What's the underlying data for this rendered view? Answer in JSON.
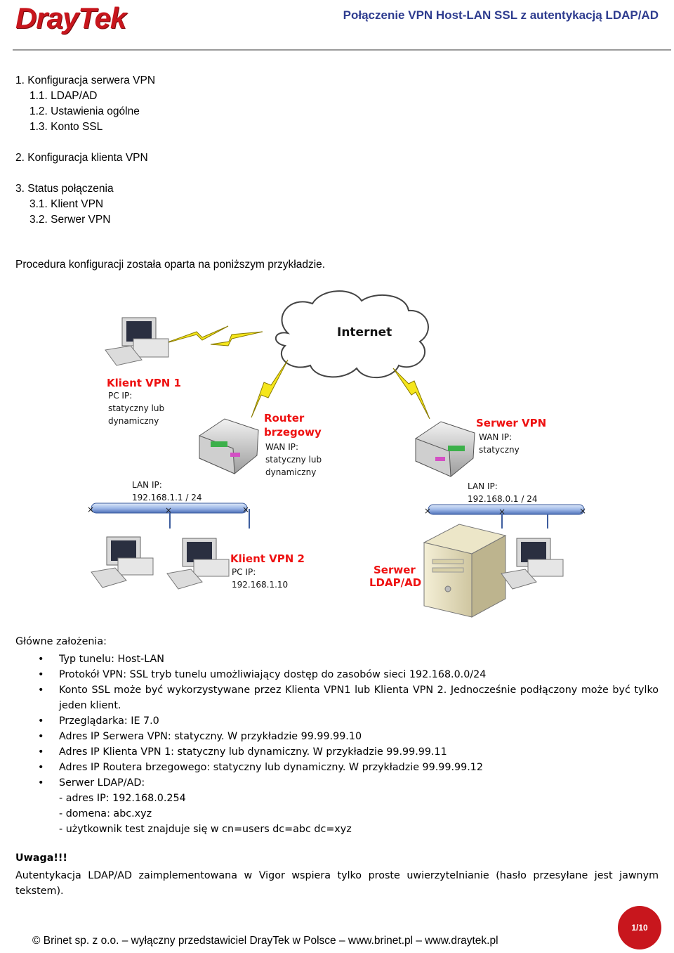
{
  "header": {
    "logo_text": "DrayTek",
    "title": "Połączenie VPN Host-LAN SSL z autentykacją LDAP/AD",
    "brand_color": "#c8161d",
    "title_color": "#2e3c8f"
  },
  "toc": {
    "item1": "1. Konfiguracja serwera VPN",
    "item1_1": "1.1. LDAP/AD",
    "item1_2": "1.2. Ustawienia ogólne",
    "item1_3": "1.3. Konto SSL",
    "item2": "2. Konfiguracja klienta VPN",
    "item3": "3. Status połączenia",
    "item3_1": "3.1. Klient VPN",
    "item3_2": "3.2. Serwer VPN"
  },
  "intro": "Procedura konfiguracji została oparta na poniższym przykładzie.",
  "diagram": {
    "internet": "Internet",
    "client1": {
      "title": "Klient VPN 1",
      "l1": "PC IP:",
      "l2": "statyczny lub",
      "l3": "dynamiczny"
    },
    "router": {
      "t1": "Router",
      "t2": "brzegowy",
      "l1": "WAN IP:",
      "l2": "statyczny lub",
      "l3": "dynamiczny"
    },
    "server": {
      "title": "Serwer VPN",
      "l1": "WAN IP:",
      "l2": "statyczny"
    },
    "lan_left": {
      "l1": "LAN IP:",
      "l2": "192.168.1.1 / 24"
    },
    "lan_right": {
      "l1": "LAN IP:",
      "l2": "192.168.0.1 / 24"
    },
    "client2": {
      "title": "Klient VPN 2",
      "l1": "PC IP:",
      "l2": "192.168.1.10"
    },
    "ldap": {
      "t1": "Serwer",
      "t2": "LDAP/AD"
    }
  },
  "assumptions": {
    "heading": "Główne założenia:",
    "b1": "Typ tunelu: Host-LAN",
    "b2": "Protokół VPN: SSL tryb tunelu umożliwiający dostęp do zasobów sieci 192.168.0.0/24",
    "b3": "Konto SSL może być wykorzystywane przez Klienta VPN1 lub Klienta VPN 2. Jednocześnie podłączony może być tylko jeden klient.",
    "b4": "Przeglądarka: IE 7.0",
    "b5": "Adres IP Serwera VPN: statyczny. W przykładzie 99.99.99.10",
    "b6": "Adres IP Klienta VPN 1: statyczny lub dynamiczny. W przykładzie 99.99.99.11",
    "b7": "Adres IP Routera brzegowego: statyczny lub dynamiczny. W przykładzie 99.99.99.12",
    "b8_title": "Serwer LDAP/AD:",
    "b8_l1": "- adres IP: 192.168.0.254",
    "b8_l2": "- domena: abc.xyz",
    "b8_l3": "- użytkownik test znajduje się w cn=users dc=abc dc=xyz"
  },
  "warning": {
    "heading": "Uwaga!!!",
    "text": "Autentykacja LDAP/AD zaimplementowana w Vigor wspiera tylko proste uwierzytelnianie (hasło przesyłane jest jawnym tekstem)."
  },
  "footer": {
    "text": "© Brinet sp. z o.o. – wyłączny przedstawiciel DrayTek w Polsce – www.brinet.pl – www.draytek.pl",
    "page": "1/10"
  }
}
